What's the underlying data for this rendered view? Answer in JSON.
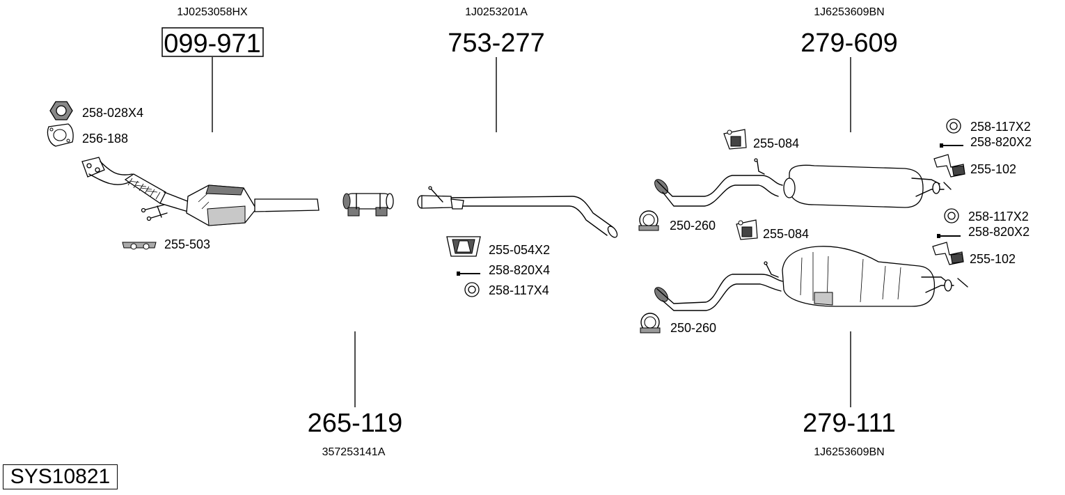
{
  "system_code": "SYS10821",
  "parts": [
    {
      "id": "front_pipe_cat",
      "number": "099-971",
      "oem": "1J0253058HX",
      "boxed": true
    },
    {
      "id": "center_pipe",
      "number": "265-119",
      "oem": "357253141A"
    },
    {
      "id": "intermediate_pipe",
      "number": "753-277",
      "oem": "1J0253201A"
    },
    {
      "id": "rear_silencer_a",
      "number": "279-609",
      "oem": "1J6253609BN"
    },
    {
      "id": "rear_silencer_b",
      "number": "279-111",
      "oem": "1J6253609BN"
    }
  ],
  "accessories": {
    "nut": "258-028X4",
    "gasket": "256-188",
    "mount_front": "255-503",
    "mount_mid": "255-054X2",
    "bolt_mid": "258-820X4",
    "washer_mid": "258-117X4",
    "rubber_top": "255-084",
    "clamp_top": "250-260",
    "washer_r1": "258-117X2",
    "bolt_r1": "258-820X2",
    "bracket_r1": "255-102",
    "rubber_bottom": "255-084",
    "washer_r2": "258-117X2",
    "bolt_r2": "258-820X2",
    "bracket_r2": "255-102",
    "clamp_bottom": "250-260"
  },
  "icons": [
    "hex-nut-icon",
    "gasket-icon",
    "rubber-mount-icon",
    "clamp-icon",
    "washer-icon",
    "bolt-icon",
    "bracket-icon"
  ]
}
